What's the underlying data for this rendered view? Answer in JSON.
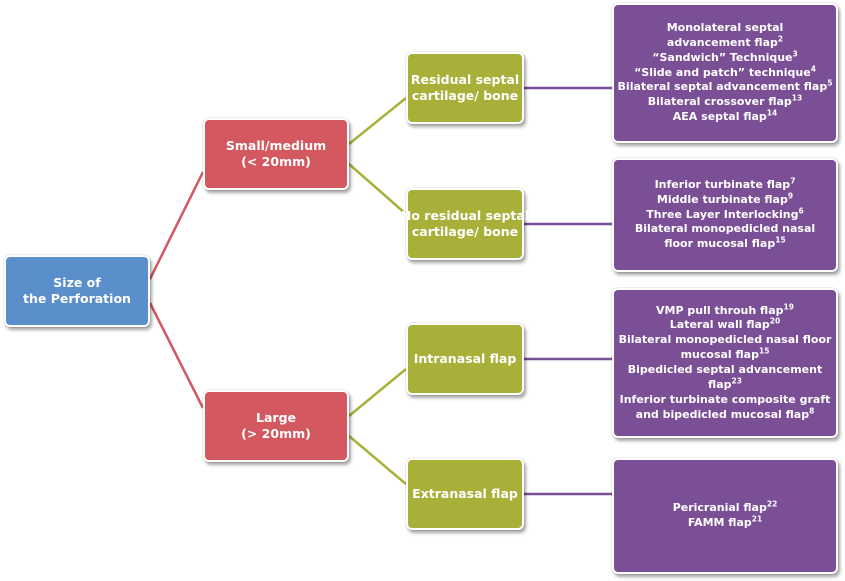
{
  "colors": {
    "root": "#5a8fcb",
    "level1": "#d3585f",
    "level2": "#a8b03a",
    "leaf": "#7b4f96",
    "root_connector": "#d3585f",
    "level1_connector": "#a8b03a",
    "level2_connector": "#7b4f96"
  },
  "root": {
    "lines": [
      "Size of",
      "the Perforation"
    ]
  },
  "level1": [
    {
      "id": "small",
      "lines": [
        "Small/medium",
        "(< 20mm)"
      ]
    },
    {
      "id": "large",
      "lines": [
        "Large",
        "(> 20mm)"
      ]
    }
  ],
  "level2": [
    {
      "id": "resid",
      "parent": "small",
      "lines": [
        "Residual septal",
        "cartilage/ bone"
      ]
    },
    {
      "id": "nores",
      "parent": "small",
      "lines": [
        "No residual septal",
        "cartilage/ bone"
      ]
    },
    {
      "id": "intra",
      "parent": "large",
      "lines": [
        "Intranasal flap"
      ]
    },
    {
      "id": "extra",
      "parent": "large",
      "lines": [
        "Extranasal flap"
      ]
    }
  ],
  "leaves": [
    {
      "parent": "resid",
      "items": [
        {
          "text": "Monolateral septal",
          "ref": ""
        },
        {
          "text": "advancement flap",
          "ref": "2"
        },
        {
          "text": "“Sandwich” Technique",
          "ref": "3"
        },
        {
          "text": "“Slide and patch” technique",
          "ref": "4"
        },
        {
          "text": "Bilateral septal advancement flap",
          "ref": "5"
        },
        {
          "text": "Bilateral crossover flap",
          "ref": "13"
        },
        {
          "text": "AEA septal flap",
          "ref": "14"
        }
      ]
    },
    {
      "parent": "nores",
      "items": [
        {
          "text": "Inferior turbinate flap",
          "ref": "7"
        },
        {
          "text": "Middle turbinate flap",
          "ref": "9"
        },
        {
          "text": "Three Layer Interlocking",
          "ref": "6"
        },
        {
          "text": "Bilateral monopedicled nasal",
          "ref": ""
        },
        {
          "text": "floor mucosal flap",
          "ref": "15"
        }
      ]
    },
    {
      "parent": "intra",
      "items": [
        {
          "text": "VMP pull throuh flap",
          "ref": "19"
        },
        {
          "text": "Lateral wall flap",
          "ref": "20"
        },
        {
          "text": "Bilateral monopedicled nasal floor",
          "ref": ""
        },
        {
          "text": "mucosal flap",
          "ref": "15"
        },
        {
          "text": "Bipedicled septal advancement",
          "ref": ""
        },
        {
          "text": "flap",
          "ref": "23"
        },
        {
          "text": "Inferior turbinate composite graft",
          "ref": ""
        },
        {
          "text": "and bipedicled mucosal flap",
          "ref": "8"
        }
      ]
    },
    {
      "parent": "extra",
      "items": [
        {
          "text": "Pericranial flap",
          "ref": "22"
        },
        {
          "text": "FAMM flap",
          "ref": "21"
        }
      ]
    }
  ]
}
